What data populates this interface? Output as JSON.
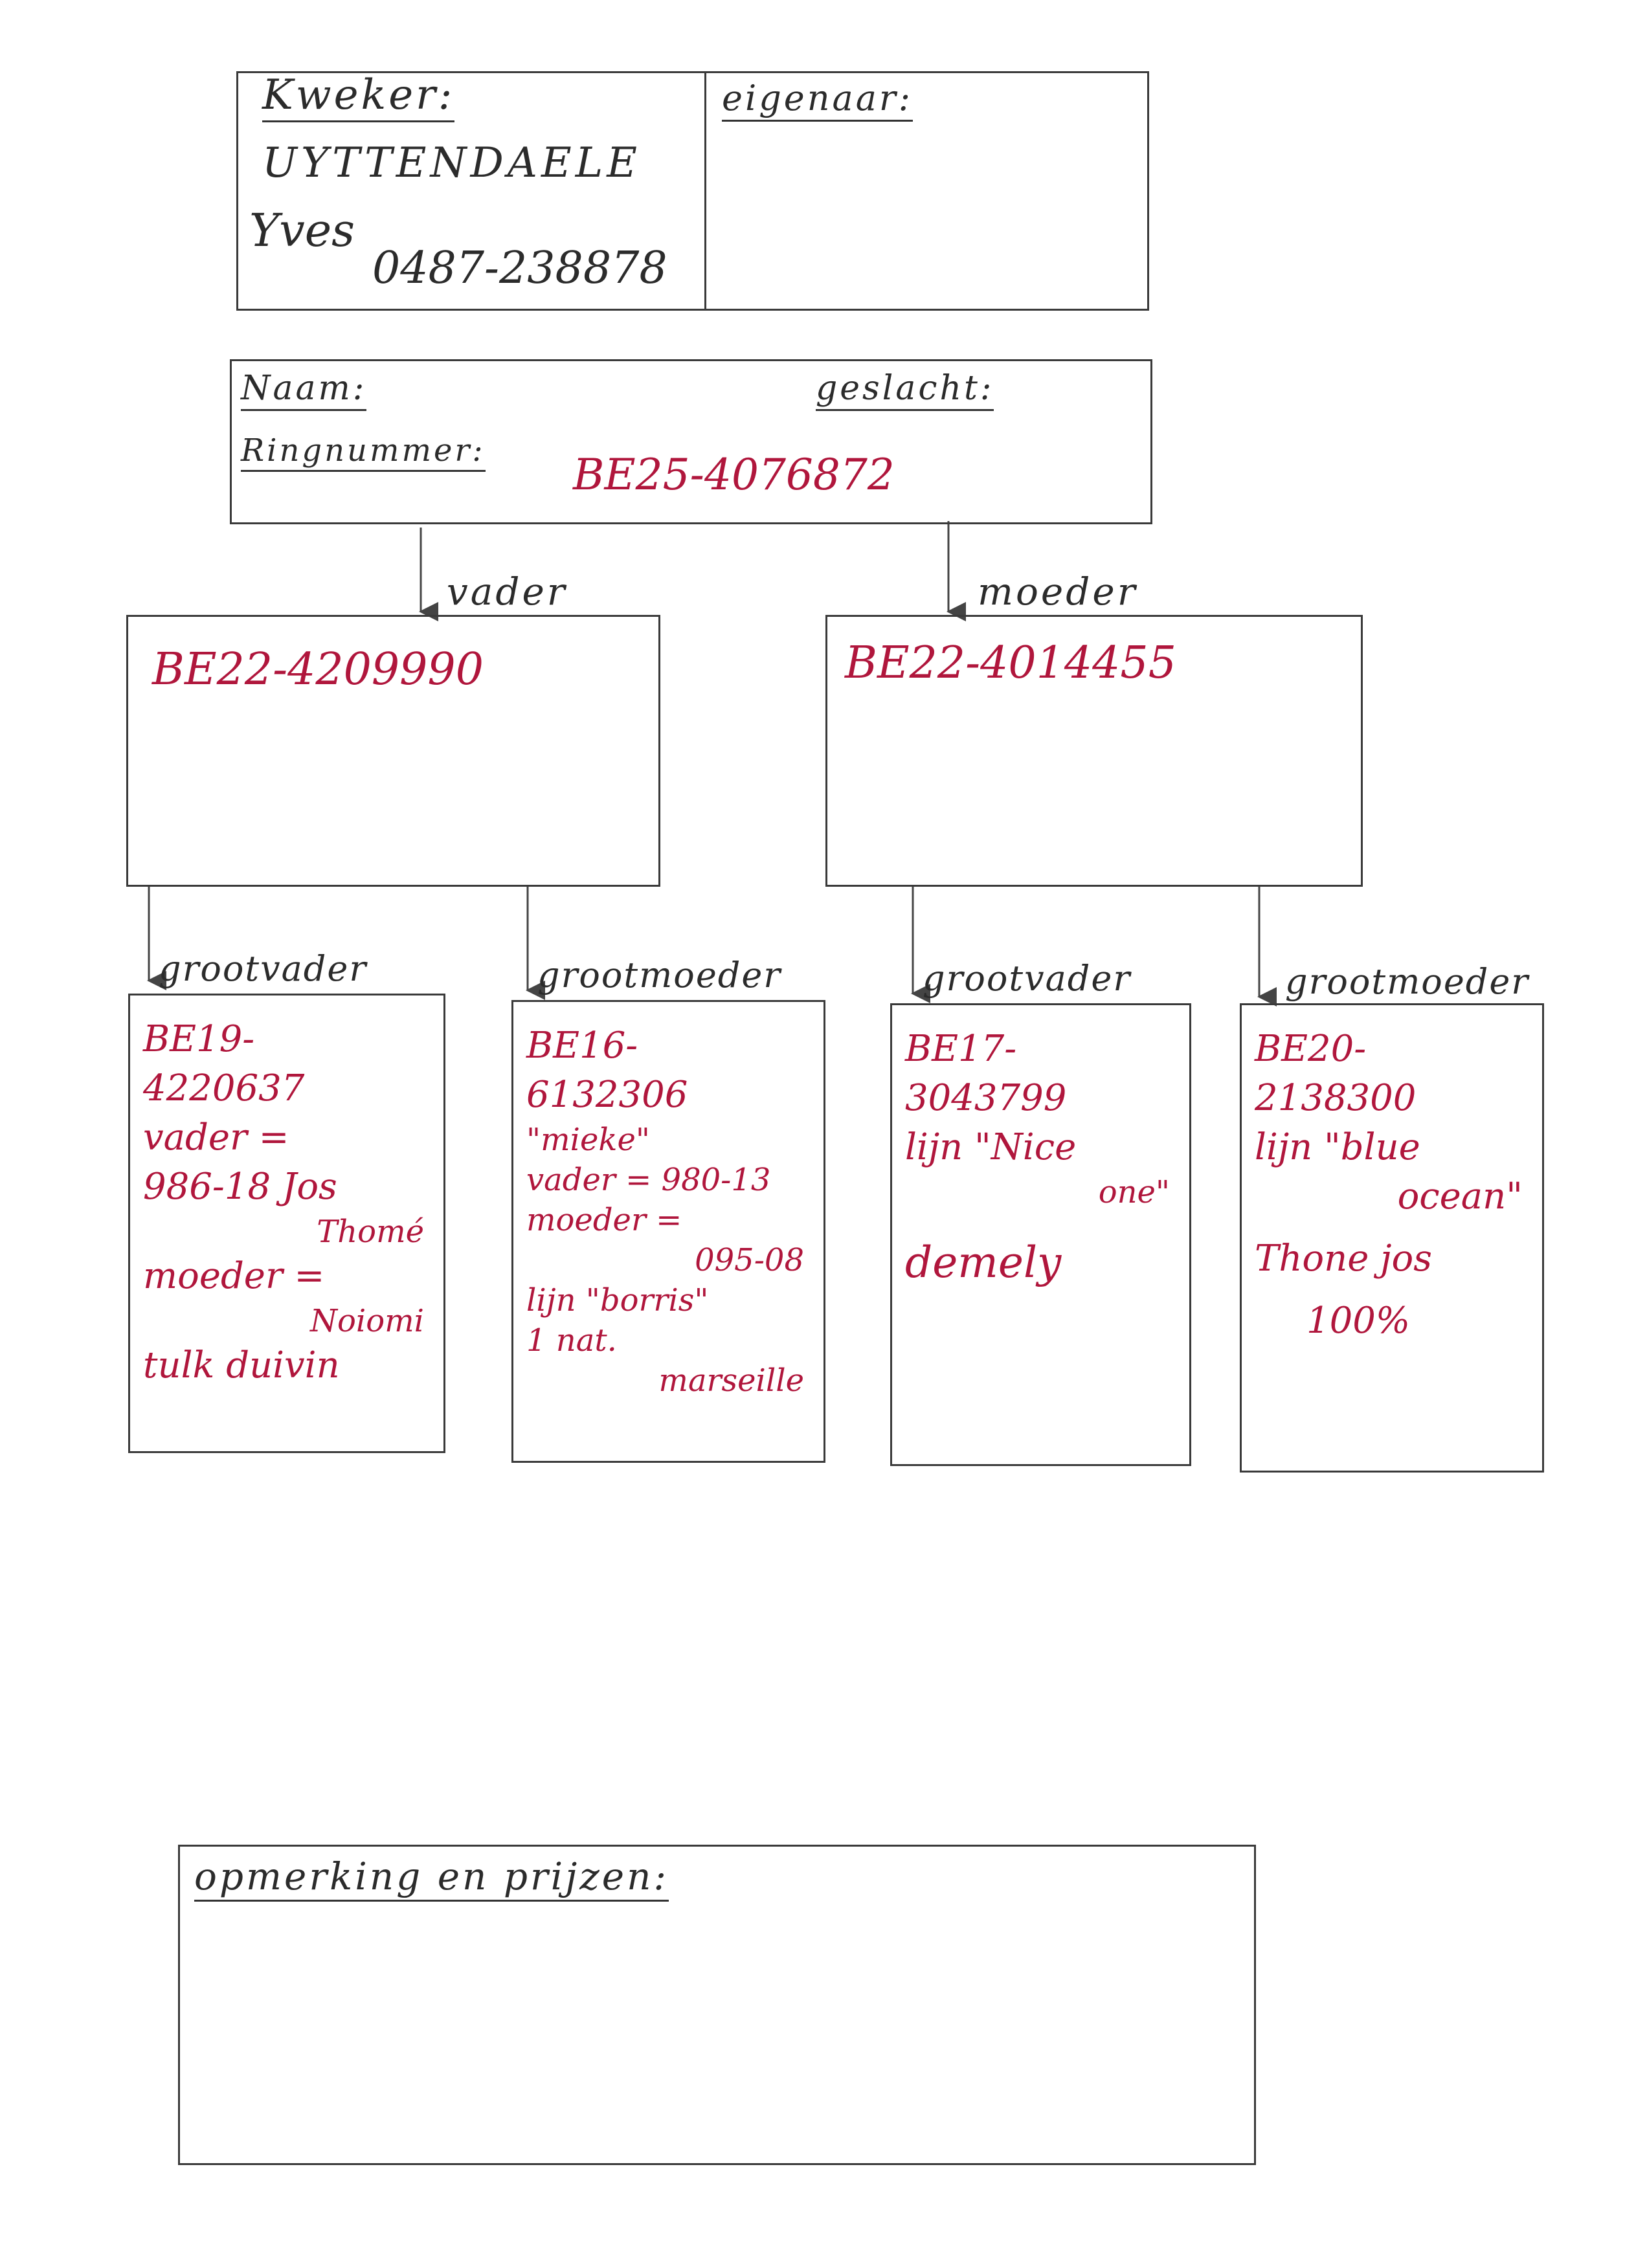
{
  "breeder": {
    "label": "Kweker:",
    "name_line1": "UYTTENDAELE",
    "name_line2": "Yves",
    "phone": "0487-238878"
  },
  "owner": {
    "label": "eigenaar:"
  },
  "pigeon": {
    "name_label": "Naam:",
    "sex_label": "geslacht:",
    "ring_label": "Ringnummer:",
    "ring_value": "BE25-4076872"
  },
  "parents": {
    "father_label": "vader",
    "father_ring": "BE22-4209990",
    "mother_label": "moeder",
    "mother_ring": "BE22-4014455"
  },
  "grandparents": [
    {
      "label": "grootvader",
      "lines": [
        "BE19-",
        "4220637",
        "vader =",
        "986-18 Jos",
        "Thomé",
        "moeder =",
        "Noiomi",
        "tulk duivin"
      ]
    },
    {
      "label": "grootmoeder",
      "lines": [
        "BE16-",
        "6132306",
        "\"mieke\"",
        "vader = 980-13",
        "moeder =",
        "095-08",
        "lijn \"borris\"",
        "1 nat.",
        "marseille"
      ]
    },
    {
      "label": "grootvader",
      "lines": [
        "BE17-",
        "3043799",
        "lijn \"Nice",
        "one\"",
        "demely"
      ]
    },
    {
      "label": "grootmoeder",
      "lines": [
        "BE20-",
        "2138300",
        "lijn \"blue",
        "ocean\"",
        "Thone jos",
        "100%"
      ]
    }
  ],
  "remarks": {
    "label": "opmerking en prijzen:"
  },
  "colors": {
    "pencil": "#2b2b2b",
    "ink": "#b0163c"
  }
}
